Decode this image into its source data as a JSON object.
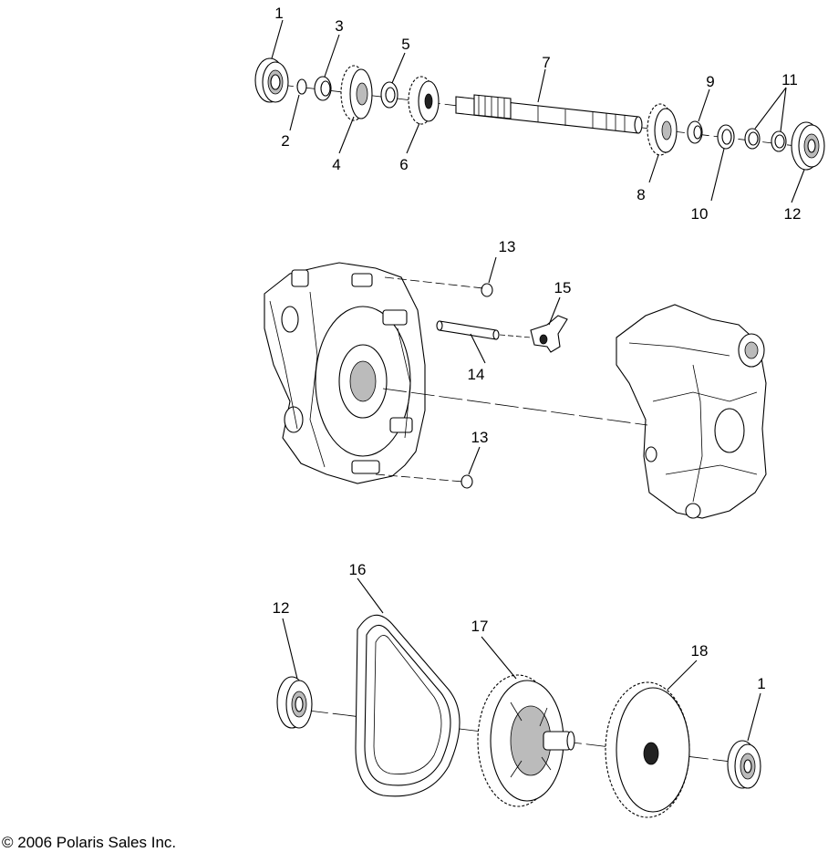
{
  "callouts": [
    "1",
    "2",
    "3",
    "4",
    "5",
    "6",
    "7",
    "8",
    "9",
    "10",
    "11",
    "12",
    "13",
    "14",
    "15",
    "13",
    "16",
    "12",
    "17",
    "18",
    "1"
  ],
  "copyright": "© 2006 Polaris Sales Inc."
}
